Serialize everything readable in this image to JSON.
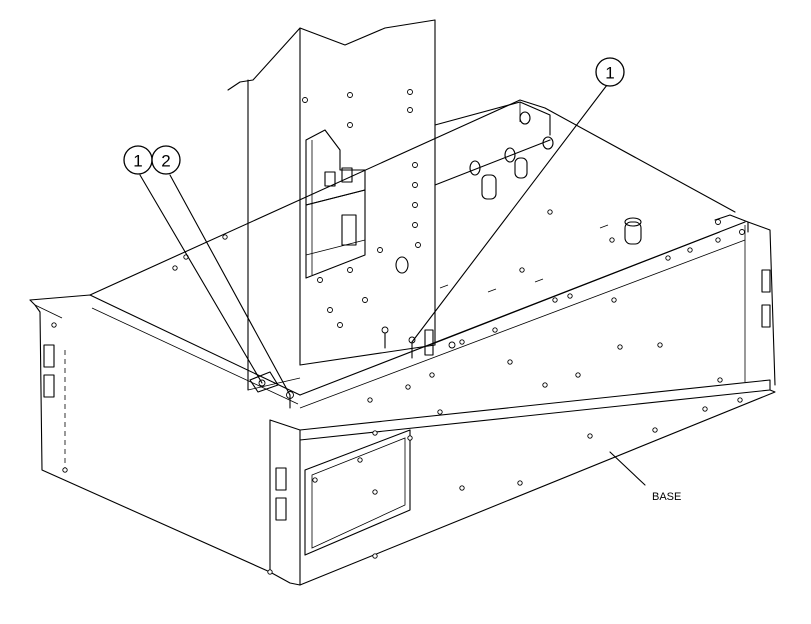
{
  "callouts": [
    {
      "id": "callout-1-left",
      "text": "1"
    },
    {
      "id": "callout-2",
      "text": "2"
    },
    {
      "id": "callout-1-right",
      "text": "1"
    }
  ],
  "labels": {
    "base": "BASE"
  }
}
